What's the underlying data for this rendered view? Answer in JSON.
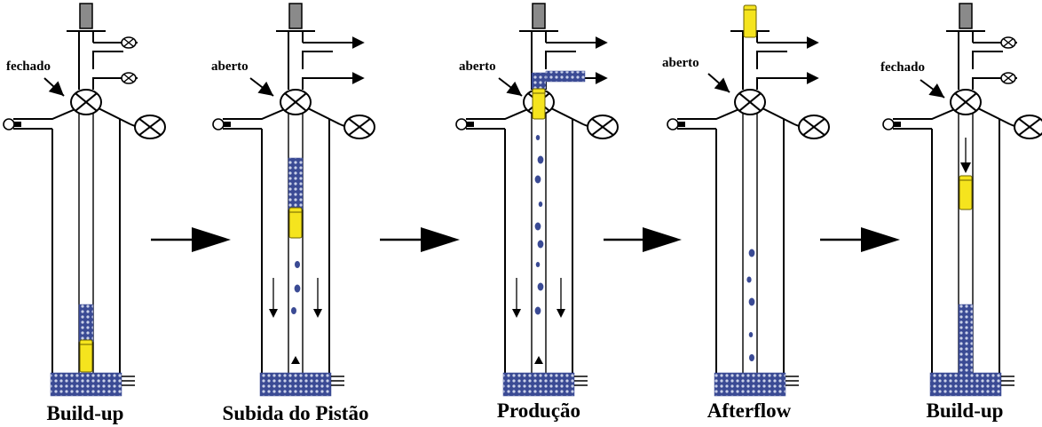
{
  "colors": {
    "line": "#000000",
    "piston": "#f5e41e",
    "piston_edge": "#6b6100",
    "liquid_fill": "#3a4a94",
    "liquid_dot": "#c9d0e8",
    "tubing_top": "#8a8a8a",
    "background": "#ffffff"
  },
  "stages": [
    {
      "title": "Build-up",
      "valve_label": "fechado",
      "valve_state": "closed"
    },
    {
      "title": "Subida do Pistão",
      "valve_label": "aberto",
      "valve_state": "open"
    },
    {
      "title": "Produção",
      "valve_label": "aberto",
      "valve_state": "open"
    },
    {
      "title": "Afterflow",
      "valve_label": "aberto",
      "valve_state": "open"
    },
    {
      "title": "Build-up",
      "valve_label": "fechado",
      "valve_state": "closed"
    }
  ],
  "icons": {
    "valve": "cross-circle-valve-icon",
    "gauge": "pressure-gauge-icon",
    "flow_arrow": "flow-arrow-icon",
    "transition_arrow": "right-arrow-icon"
  }
}
